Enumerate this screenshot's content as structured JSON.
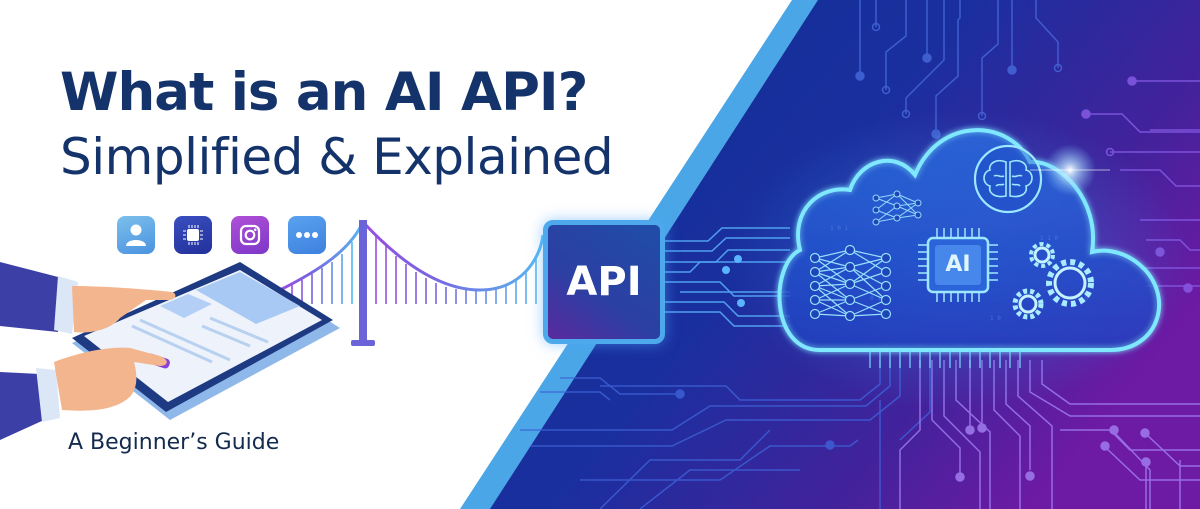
{
  "headline": {
    "title": "What is an AI API?",
    "subtitle": "Simplified & Explained",
    "tagline": "A Beginner’s Guide"
  },
  "api_box": {
    "label": "API"
  },
  "cloud": {
    "chip_label": "AI",
    "elements": [
      "neural-network",
      "small-neural-network",
      "brain",
      "ai-chip",
      "gears"
    ]
  },
  "app_icons": [
    {
      "name": "user-profile",
      "color": "#5aa6e6"
    },
    {
      "name": "processor-chip",
      "color": "#2a3fa8"
    },
    {
      "name": "instagram",
      "color": "#9c3fcf"
    },
    {
      "name": "more",
      "color": "#4a8fe6"
    }
  ],
  "colors": {
    "title_navy": "#15336b",
    "stripe_blue": "#4aa6e6",
    "panel_dark_blue": "#0a2a8a",
    "panel_purple": "#6a1aa0",
    "glow_cyan": "#7fe8ff"
  }
}
